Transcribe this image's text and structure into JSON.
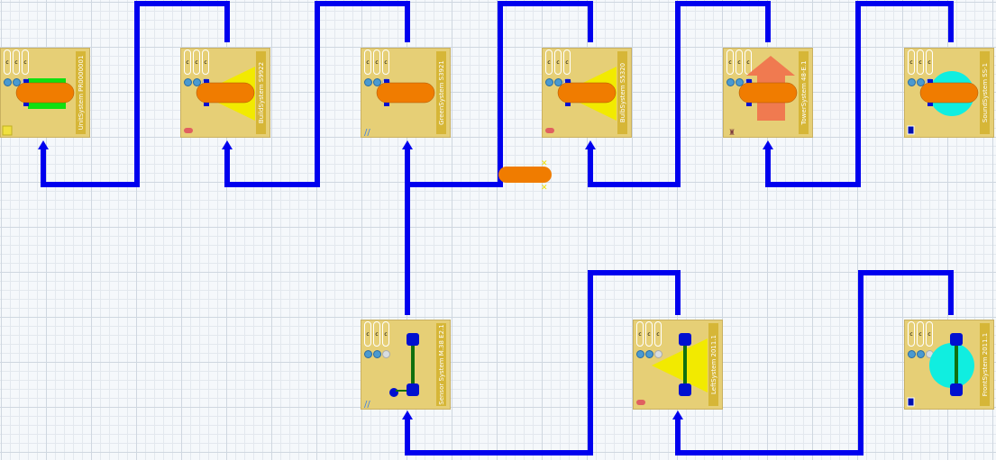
{
  "colors": {
    "path": "#0000ee",
    "node": "#e6cf76",
    "strip": "#d6b637",
    "conveyor": "#f07c00"
  },
  "nodes": [
    {
      "label": "UnitSystem PR0000001",
      "kind": "green",
      "badge": "crate"
    },
    {
      "label": "BuildSystem S9922",
      "kind": "yellow-cone",
      "badge": "capsule"
    },
    {
      "label": "GreenSystem S3921",
      "kind": "plain",
      "badge": "wave"
    },
    {
      "label": "BulbSystem S5320",
      "kind": "yellow-cone",
      "badge": "capsule"
    },
    {
      "label": "TowerSystem 48-E.1",
      "kind": "arrow",
      "badge": "figure"
    },
    {
      "label": "SoundSystem SS-1",
      "kind": "cyan",
      "badge": "box"
    },
    {
      "label": "Sensor System M.38 E2.1",
      "kind": "axle",
      "badge": "wave"
    },
    {
      "label": "LeftSystem 2011.1",
      "kind": "axle-cone",
      "badge": "capsule"
    },
    {
      "label": "FrontSystem 2011.1",
      "kind": "axle-cyan",
      "badge": "box"
    }
  ],
  "gauges": [
    "c",
    "c",
    "c"
  ]
}
